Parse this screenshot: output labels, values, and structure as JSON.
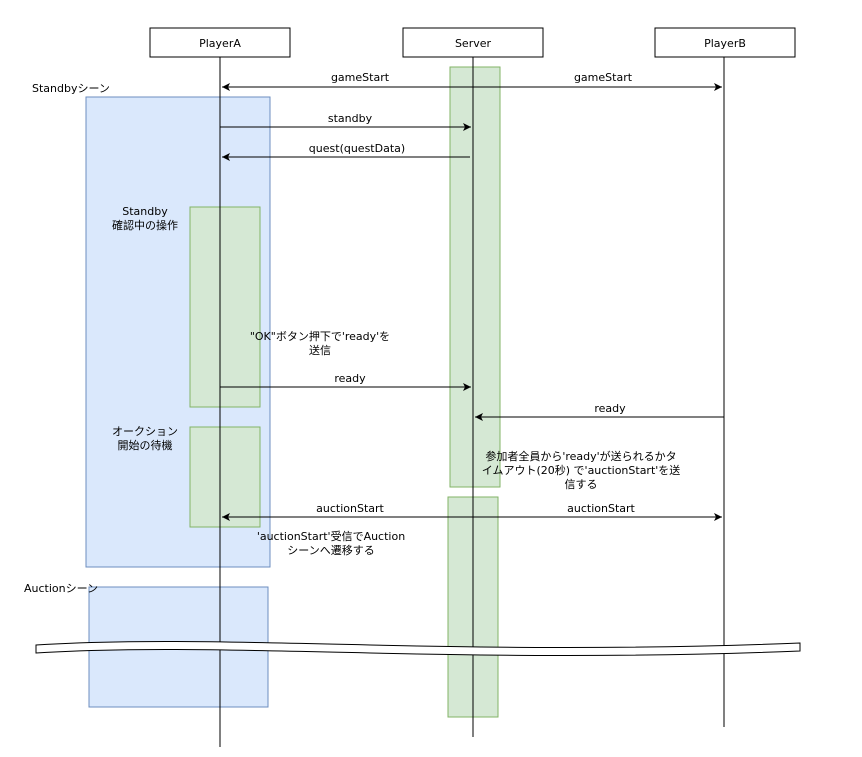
{
  "participants": {
    "player_a": "PlayerA",
    "server": "Server",
    "player_b": "PlayerB"
  },
  "scenes": {
    "standby": "Standbyシーン",
    "auction": "Auctionシーン"
  },
  "notes": {
    "standby_confirm": [
      "Standby",
      "確認中の操作"
    ],
    "ok_button": [
      "\"OK\"ボタン押下で'ready'を",
      "送信"
    ],
    "auction_wait": [
      "オークション",
      "開始の待機"
    ],
    "server_wait": [
      "参加者全員から'ready'が送られるかタ",
      "イムアウト(20秒) で'auctionStart'を送",
      "信する"
    ],
    "transition": [
      "'auctionStart'受信でAuction",
      "シーンへ遷移する"
    ]
  },
  "messages": {
    "game_start_a": "gameStart",
    "game_start_b": "gameStart",
    "standby": "standby",
    "quest": "quest(questData)",
    "ready_a": "ready",
    "ready_b": "ready",
    "auction_start_a": "auctionStart",
    "auction_start_b": "auctionStart"
  },
  "colors": {
    "scene_fill": "#dae8fc",
    "scene_stroke": "#6c8ebf",
    "activation_fill": "#d5e8d4",
    "activation_stroke": "#82b366",
    "line": "#000000"
  }
}
